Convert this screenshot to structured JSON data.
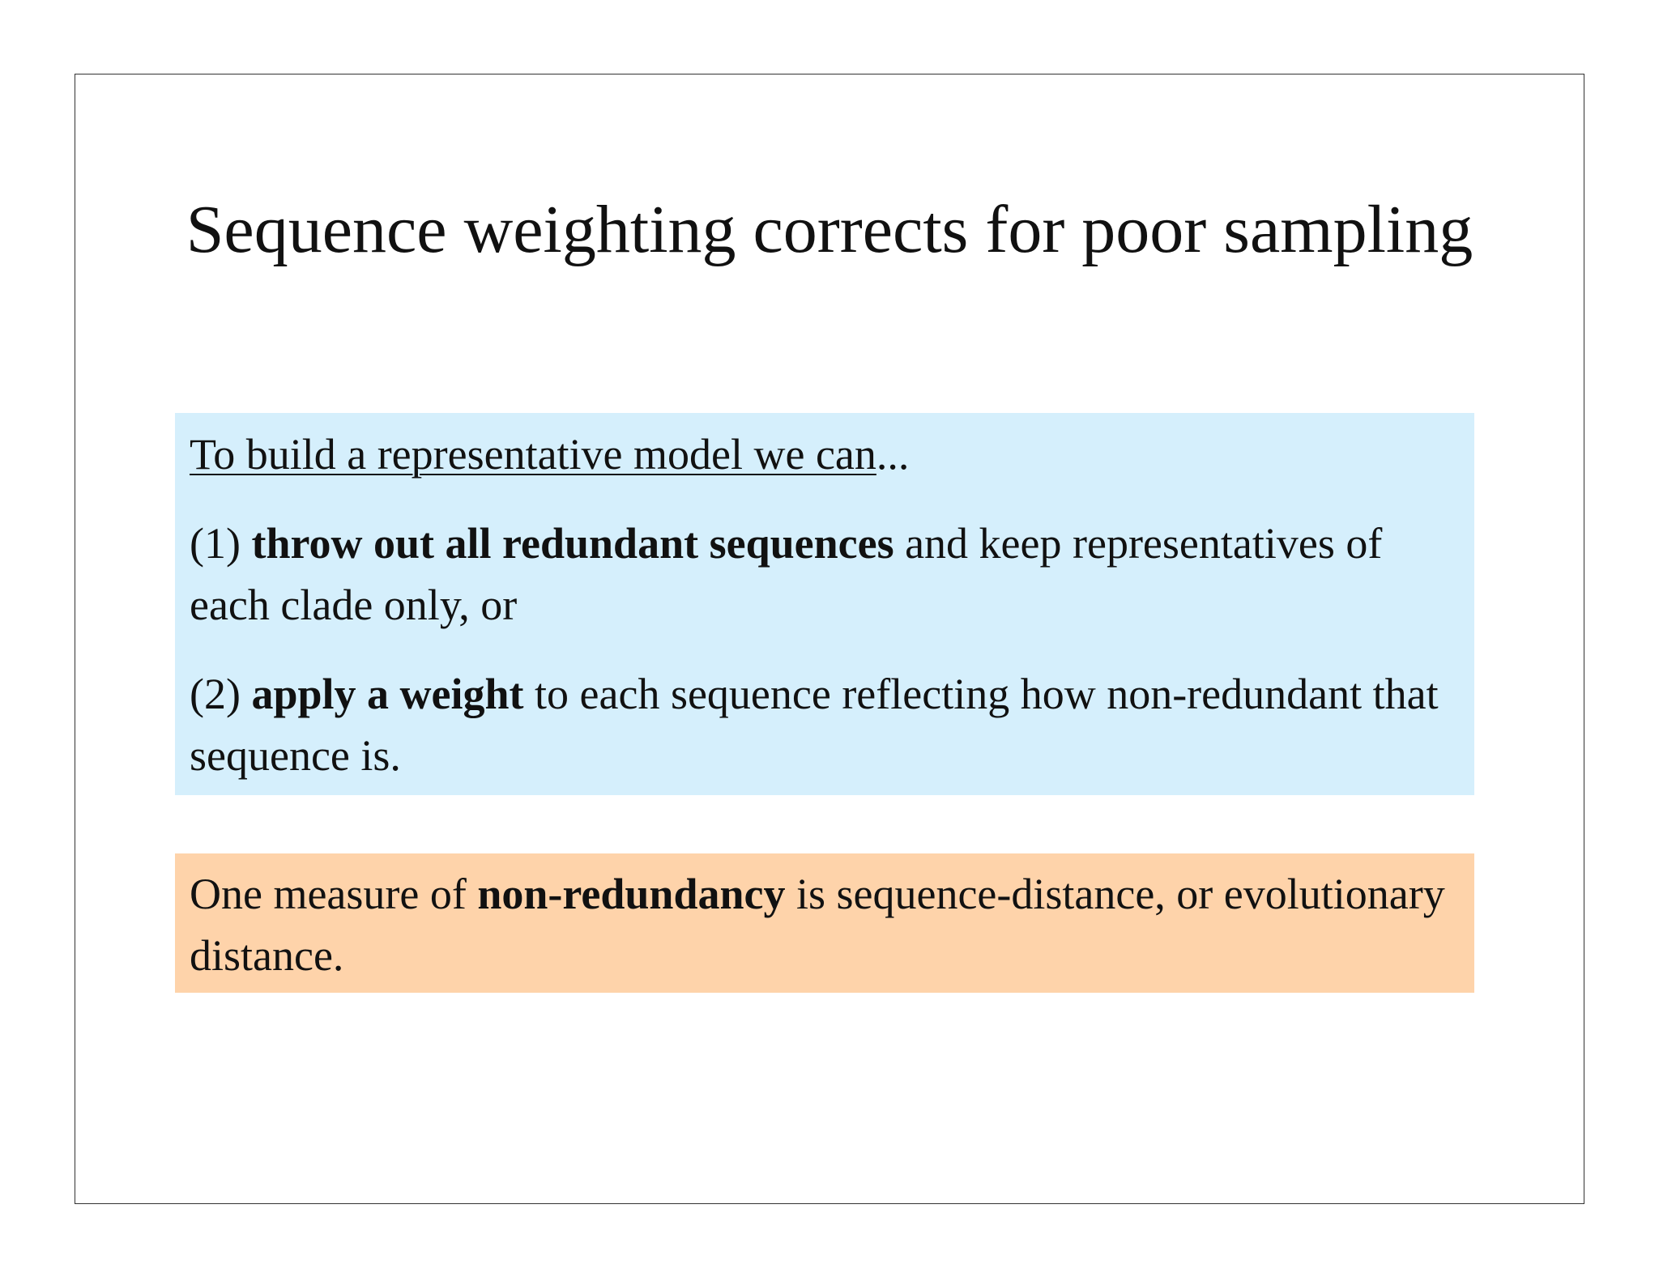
{
  "slide": {
    "title": "Sequence weighting corrects for poor sampling",
    "colors": {
      "blue_box": "#d5effc",
      "orange_box": "#fed3aa",
      "frame": "#333333"
    },
    "blue_box": {
      "intro_underlined": "To build a representative model we can",
      "intro_ellipsis": "...",
      "item1_prefix": "(1) ",
      "item1_bold": "throw out all redundant sequences",
      "item1_rest": " and keep representatives of each clade only, or",
      "item2_prefix": "(2) ",
      "item2_bold": "apply a weight",
      "item2_rest": " to each sequence reflecting how non-redundant that sequence is."
    },
    "orange_box": {
      "prefix": "One measure of ",
      "bold": "non-redundancy",
      "rest": " is sequence-distance, or evolutionary distance."
    }
  }
}
